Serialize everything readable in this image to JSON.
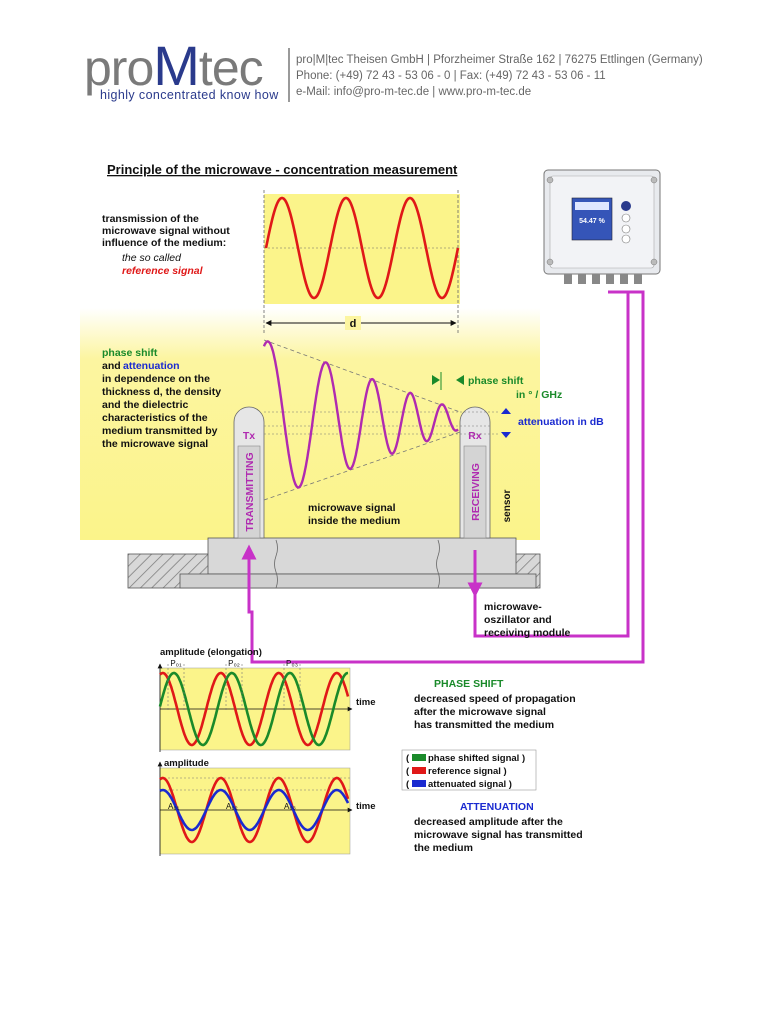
{
  "header": {
    "logo_pro": "pro",
    "logo_m": "M",
    "logo_tec": "tec",
    "tagline": "highly concentrated know how",
    "contact_line1": "pro|M|tec Theisen GmbH | Pforzheimer Straße 162 | 76275 Ettlingen (Germany)",
    "contact_line2": "Phone: (+49) 72 43 - 53 06 - 0 | Fax: (+49) 72 43 - 53 06 - 11",
    "contact_line3": "e-Mail: info@pro-m-tec.de | www.pro-m-tec.de"
  },
  "diagram": {
    "title": "Principle of the microwave - concentration measurement",
    "ref_text": [
      "transmission of the",
      "microwave signal without",
      "influence of the medium:"
    ],
    "ref_italic1": "the so called",
    "ref_italic2": "reference signal",
    "phase_label": "phase shift",
    "and_label": "and",
    "attn_label": "attenuation",
    "depend_text": [
      "in dependence on the",
      "thickness d, the density",
      "and the dielectric",
      "characteristics of the",
      "medium transmitted by",
      "the microwave signal"
    ],
    "d_label": "d",
    "phase_shift_unit": "phase shift",
    "phase_shift_unit2": "in ° / GHz",
    "attn_db": "attenuation in dB",
    "tx": "Tx",
    "rx": "Rx",
    "transmitting": "TRANSMITTING",
    "receiving": "RECEIVING",
    "sensor": "sensor",
    "mw_inside": [
      "microwave signal",
      "inside the medium"
    ],
    "oscillator": [
      "microwave-",
      "oszillator and",
      "receiving module"
    ],
    "device_display": "54.47 %",
    "amp_elong": "amplitude (elongation)",
    "phi1": "P₀₁",
    "phi2": "P₀₂",
    "phi3": "P₀₃",
    "time1": "time",
    "amplitude2": "amplitude",
    "a1": "A₀₁",
    "a2": "A₀₂",
    "a3": "A₀₃",
    "time2": "time",
    "phase_shift_title": "PHASE SHIFT",
    "phase_shift_desc": [
      "decreased speed of propagation",
      "after the microwave signal",
      "has transmitted the medium"
    ],
    "legend": [
      {
        "label": "phase shifted signal )",
        "color": "#1a8a2a"
      },
      {
        "label": "reference signal )",
        "color": "#e01818"
      },
      {
        "label": "attenuated signal )",
        "color": "#1a2ad0"
      }
    ],
    "legend_open": "(",
    "attenuation_title": "ATTENUATION",
    "attenuation_desc": [
      "decreased amplitude after the",
      "microwave signal has transmitted",
      "the medium"
    ]
  },
  "colors": {
    "yellow": "#fbf48a",
    "magenta": "#c832c8",
    "red": "#e01818",
    "green": "#1a8a2a",
    "blue": "#1a2ad0",
    "darkblue": "#2a3a8c"
  }
}
